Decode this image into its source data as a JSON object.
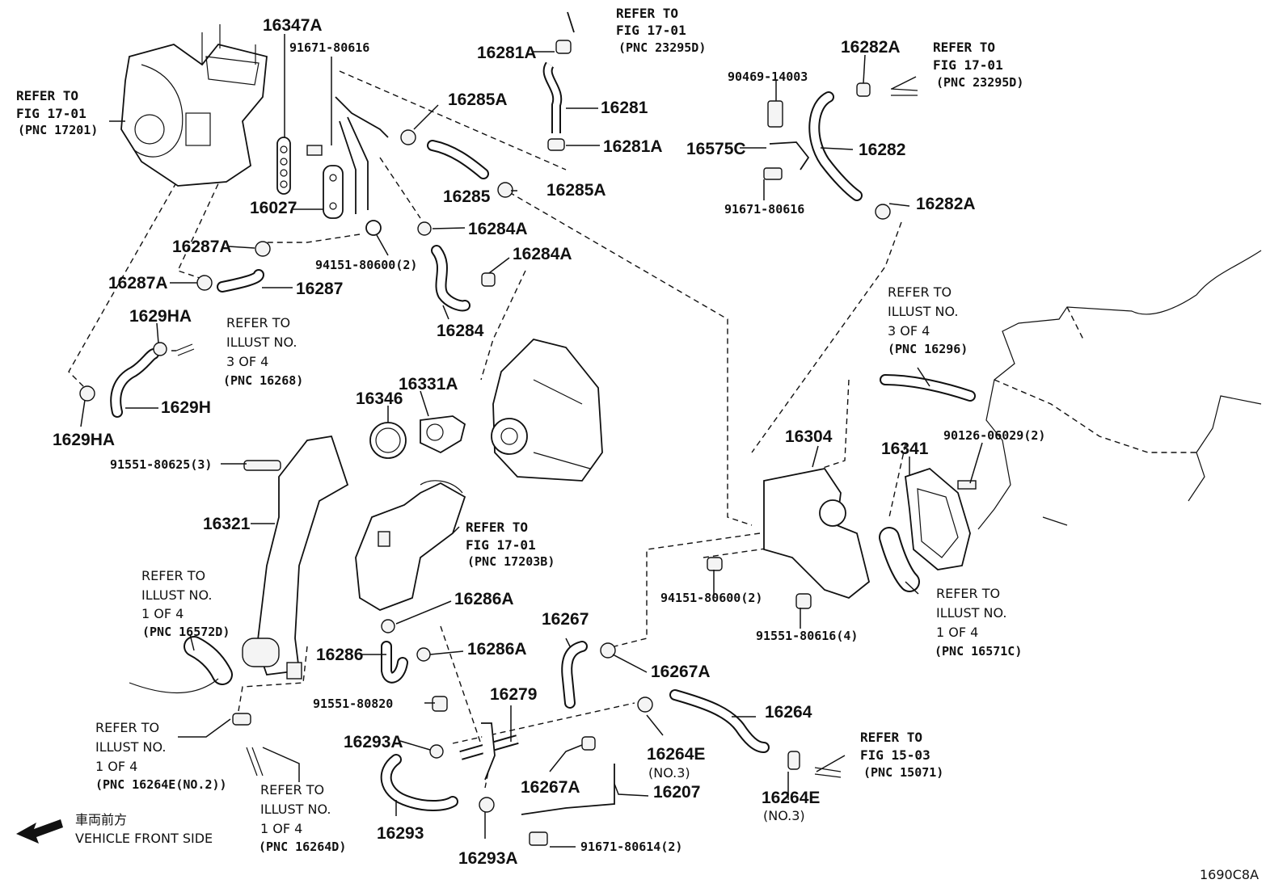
{
  "diagram_id": "1690C8A",
  "direction": {
    "jp": "車両前方",
    "en": "VEHICLE FRONT SIDE"
  },
  "parts": {
    "p16347A": "16347A",
    "p91671_80616_top": "91671-80616",
    "p16281A_top": "16281A",
    "p16285A_top": "16285A",
    "p16281": "16281",
    "p16281A_mid": "16281A",
    "p16285": "16285",
    "p16285A_mid": "16285A",
    "p16027": "16027",
    "p16284A_a": "16284A",
    "p16284A_b": "16284A",
    "p94151_80600_2_a": "94151-80600(2)",
    "p16287A_a": "16287A",
    "p16287A_b": "16287A",
    "p16287": "16287",
    "p16284": "16284",
    "p1629HA_a": "1629HA",
    "p1629H": "1629H",
    "p1629HA_b": "1629HA",
    "p16282A_top": "16282A",
    "p90469_14003": "90469-14003",
    "p16575C": "16575C",
    "p16282": "16282",
    "p91671_80616_right": "91671-80616",
    "p16282A_bot": "16282A",
    "p16346": "16346",
    "p16331A": "16331A",
    "p91551_80625_3": "91551-80625(3)",
    "p16321": "16321",
    "p16304": "16304",
    "p16341": "16341",
    "p90126_06029_2": "90126-06029(2)",
    "p94151_80600_2_b": "94151-80600(2)",
    "p91551_80616_4": "91551-80616(4)",
    "p16286A_a": "16286A",
    "p16286": "16286",
    "p16286A_b": "16286A",
    "p16267": "16267",
    "p16267A_a": "16267A",
    "p91551_80820": "91551-80820",
    "p16279": "16279",
    "p16264": "16264",
    "p16293A_a": "16293A",
    "p16264E_a": "16264E",
    "p16264E_a_note": "(NO.3)",
    "p16267A_b": "16267A",
    "p16207": "16207",
    "p16264E_b": "16264E",
    "p16264E_b_note": "(NO.3)",
    "p16293": "16293",
    "p16293A_b": "16293A",
    "p91671_80614_2": "91671-80614(2)"
  },
  "refs": {
    "r_top_left": {
      "l1": "REFER TO",
      "l2": "FIG 17-01",
      "l3": "(PNC 17201)"
    },
    "r_top_mid": {
      "l1": "REFER TO",
      "l2": "FIG 17-01",
      "l3": "(PNC 23295D)"
    },
    "r_top_right": {
      "l1": "REFER TO",
      "l2": "FIG 17-01",
      "l3": "(PNC 23295D)"
    },
    "r_illust_16268": {
      "l1": "REFER TO",
      "l2": "ILLUST NO.",
      "l3": "3 OF 4",
      "l4": "(PNC 16268)"
    },
    "r_illust_16296": {
      "l1": "REFER TO",
      "l2": "ILLUST NO.",
      "l3": "3 OF 4",
      "l4": "(PNC 16296)"
    },
    "r_fig_17203B": {
      "l1": "REFER TO",
      "l2": "FIG 17-01",
      "l3": "(PNC 17203B)"
    },
    "r_illust_16572D": {
      "l1": "REFER TO",
      "l2": "ILLUST NO.",
      "l3": "1 OF 4",
      "l4": "(PNC 16572D)"
    },
    "r_illust_16571C": {
      "l1": "REFER TO",
      "l2": "ILLUST NO.",
      "l3": "1 OF 4",
      "l4": "(PNC 16571C)"
    },
    "r_illust_16264E": {
      "l1": "REFER TO",
      "l2": "ILLUST NO.",
      "l3": "1 OF 4",
      "l4": "(PNC 16264E(NO.2))"
    },
    "r_illust_16264D": {
      "l1": "REFER TO",
      "l2": "ILLUST NO.",
      "l3": "1 OF 4",
      "l4": "(PNC 16264D)"
    },
    "r_fig_15071": {
      "l1": "REFER TO",
      "l2": "FIG 15-03",
      "l3": "(PNC 15071)"
    }
  }
}
